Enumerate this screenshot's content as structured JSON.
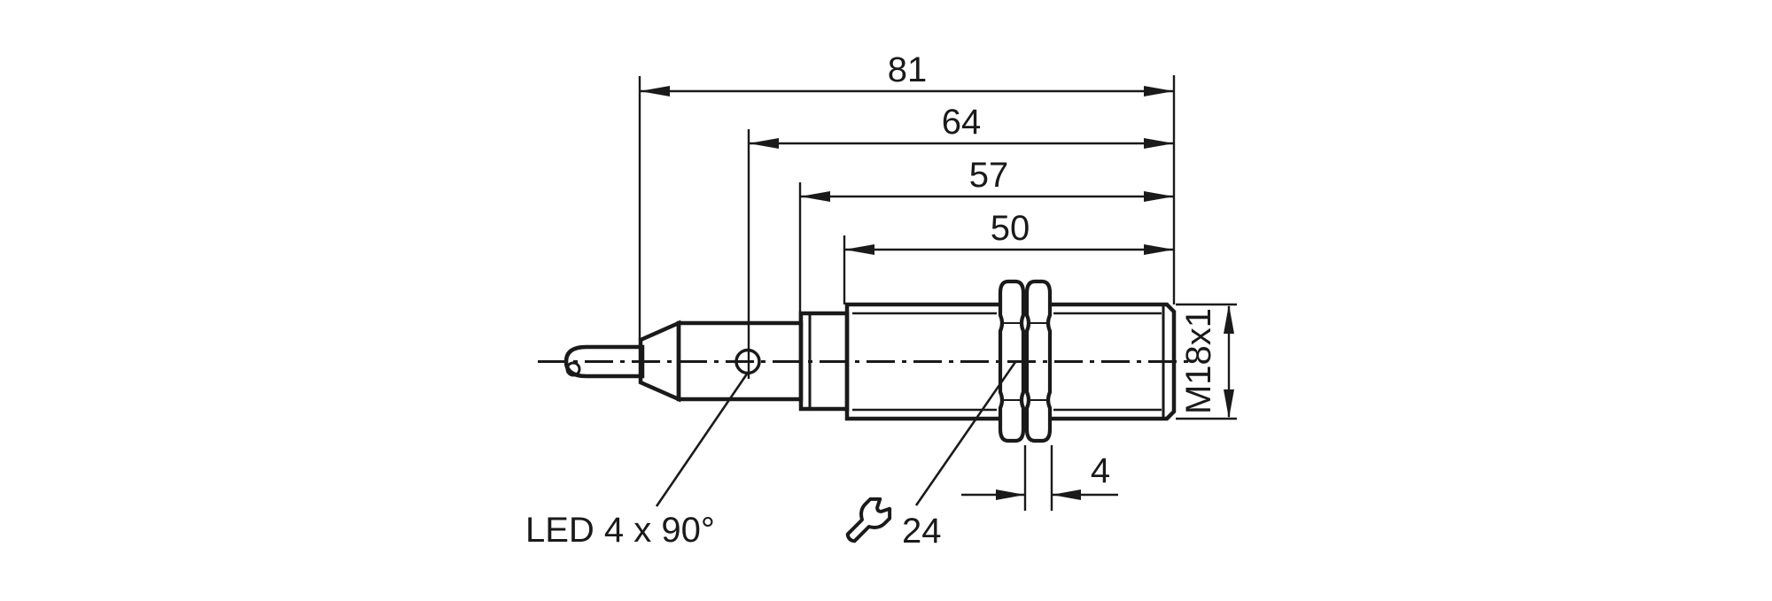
{
  "colors": {
    "line": "#1a1a1a",
    "background": "#ffffff"
  },
  "drawing": {
    "type": "sensor-dimension-drawing",
    "dims": {
      "overall_length": "81",
      "length_to_led": "64",
      "length_to_collar": "57",
      "thread_length": "50",
      "nut_width": "4",
      "wrench_size": "24",
      "thread_spec": "M18x1"
    },
    "led_label": "LED 4 x 90°"
  }
}
